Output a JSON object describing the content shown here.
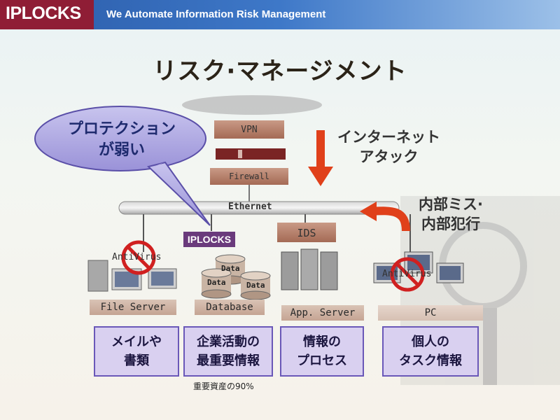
{
  "header": {
    "logo": "IPLOCKS",
    "tagline": "We Automate Information Risk Management"
  },
  "title": "リスク·マネージメント",
  "bubble": {
    "line1": "プロテクション",
    "line2": "が弱い"
  },
  "arrows": {
    "internet": {
      "line1": "インターネット",
      "line2": "アタック"
    },
    "internal": {
      "line1": "内部ミス·",
      "line2": "内部犯行"
    }
  },
  "network": {
    "vpn": "VPN",
    "firewall": "Firewall",
    "ethernet": "Ethernet",
    "ids": "IDS",
    "iplocks_badge": "IPLOCKS",
    "antivirus": "AntiVirus",
    "data": "Data"
  },
  "servers": [
    "File Server",
    "Database",
    "App. Server",
    "PC"
  ],
  "boxes": [
    {
      "line1": "メイルや",
      "line2": "書類"
    },
    {
      "line1": "企業活動の",
      "line2": "最重要情報"
    },
    {
      "line1": "情報の",
      "line2": "プロセス"
    },
    {
      "line1": "個人の",
      "line2": "タスク情報"
    }
  ],
  "note": "重要資産の90%",
  "colors": {
    "accent_red": "#e0401a",
    "header_blue": "#2a5ba8",
    "logo_bg": "#8f1d35",
    "box_fill": "#d9d0f0"
  }
}
